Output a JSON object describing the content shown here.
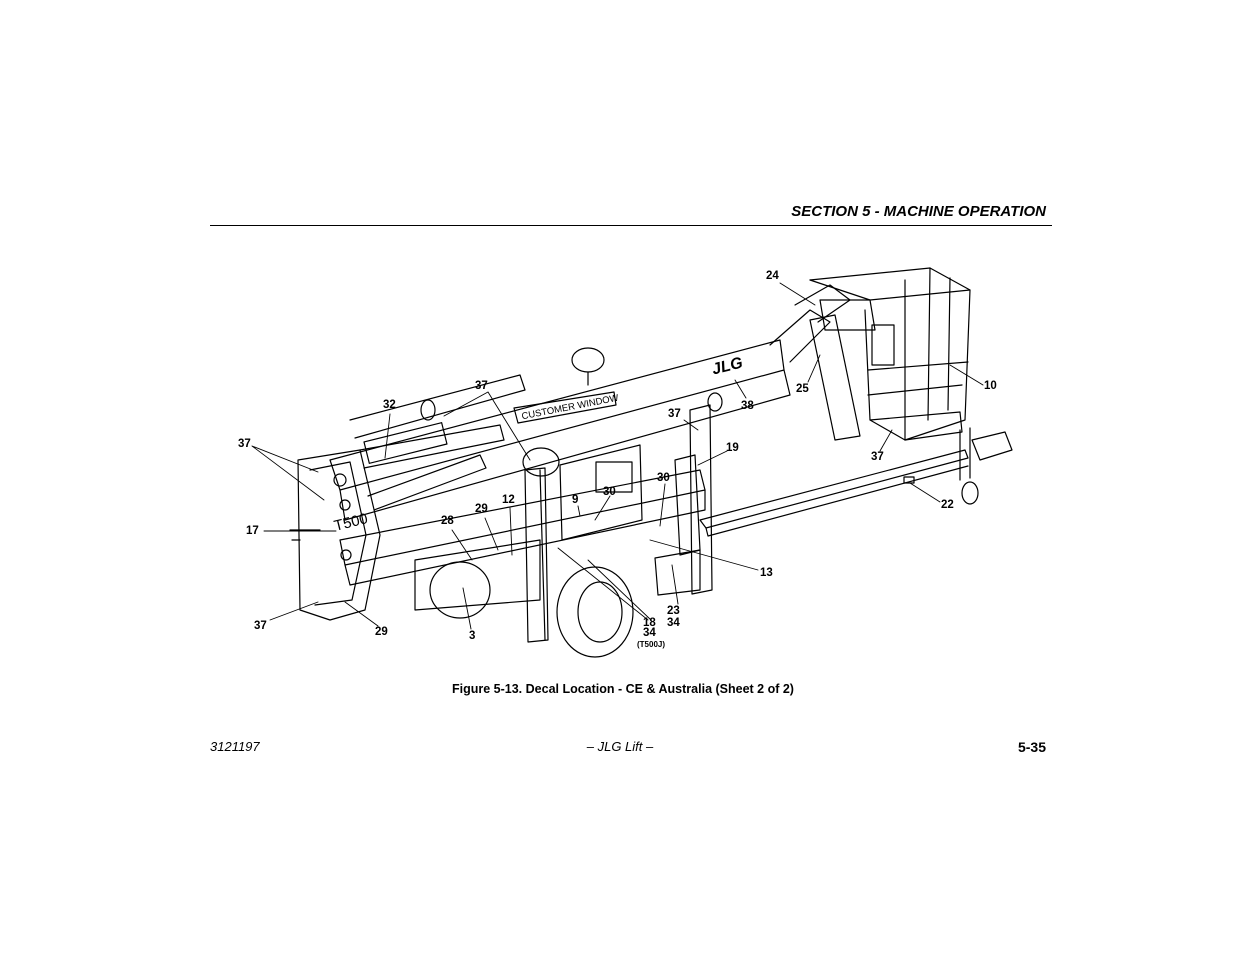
{
  "header": {
    "section_title": "SECTION 5 - MACHINE OPERATION"
  },
  "figure": {
    "decal_text": {
      "boom_window": "CUSTOMER WINDOW",
      "brand": "JLG",
      "model": "T500"
    },
    "callouts": [
      "24",
      "37",
      "32",
      "38",
      "37",
      "25",
      "10",
      "37",
      "19",
      "37",
      "30",
      "9",
      "30",
      "12",
      "29",
      "28",
      "17",
      "13",
      "22",
      "37",
      "29",
      "3",
      "18",
      "34",
      "23",
      "34",
      "(T500J)"
    ],
    "caption": "Figure 5-13. Decal Location - CE & Australia (Sheet 2 of 2)"
  },
  "footer": {
    "doc_number": "3121197",
    "center": "– JLG Lift –",
    "page_number": "5-35"
  }
}
